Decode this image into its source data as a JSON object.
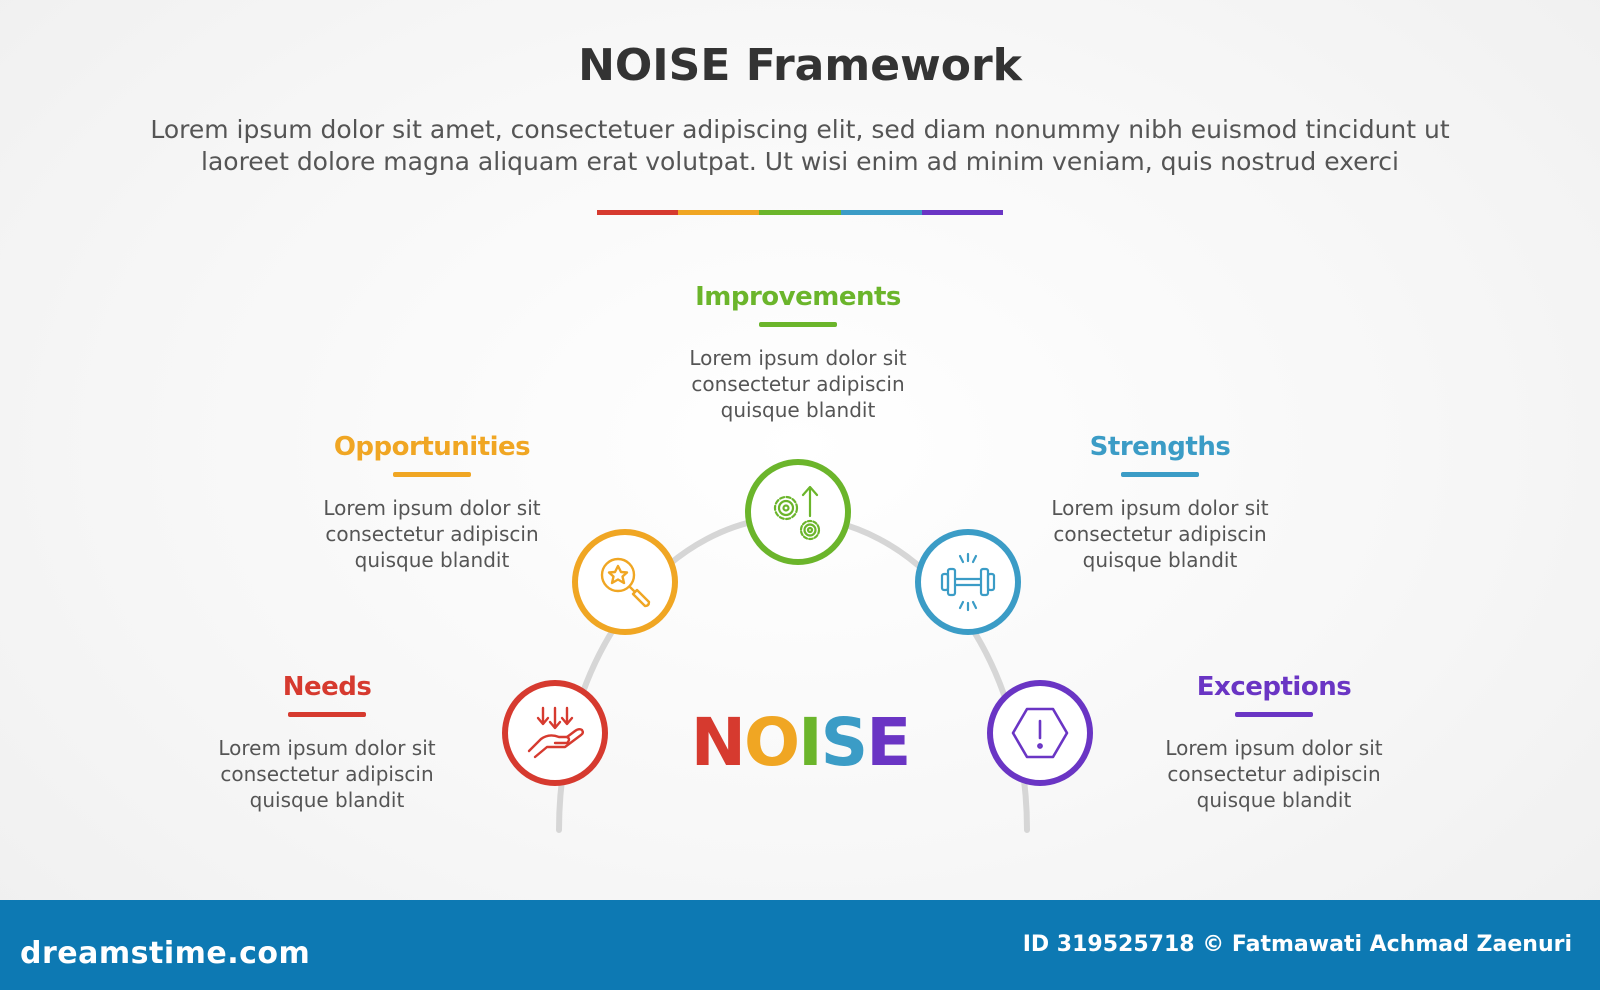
{
  "header": {
    "title": "NOISE Framework",
    "subtitle_line1": "Lorem ipsum dolor sit amet, consectetuer adipiscing elit, sed diam nonummy nibh euismod tincidunt ut",
    "subtitle_line2": "laoreet dolore magna aliquam erat volutpat. Ut wisi enim ad minim veniam, quis nostrud exerci"
  },
  "colors": {
    "needs": "#d63a2f",
    "opportunities": "#f0a623",
    "improvements": "#6bb52b",
    "strengths": "#3b9cc6",
    "exceptions": "#6a35c4",
    "arc": "#d6d6d6",
    "footer": "#0d79b3"
  },
  "steps": [
    {
      "key": "needs",
      "title": "Needs",
      "icon": "hand-receiving-arrows-icon",
      "desc1": "Lorem ipsum dolor sit",
      "desc2": "consectetur adipiscin",
      "desc3": "quisque blandit"
    },
    {
      "key": "opportunities",
      "title": "Opportunities",
      "icon": "magnifier-star-icon",
      "desc1": "Lorem ipsum dolor sit",
      "desc2": "consectetur adipiscin",
      "desc3": "quisque blandit"
    },
    {
      "key": "improvements",
      "title": "Improvements",
      "icon": "gears-arrow-up-icon",
      "desc1": "Lorem ipsum dolor sit",
      "desc2": "consectetur adipiscin",
      "desc3": "quisque blandit"
    },
    {
      "key": "strengths",
      "title": "Strengths",
      "icon": "dumbbell-icon",
      "desc1": "Lorem ipsum dolor sit",
      "desc2": "consectetur adipiscin",
      "desc3": "quisque blandit"
    },
    {
      "key": "exceptions",
      "title": "Exceptions",
      "icon": "hexagon-exclamation-icon",
      "desc1": "Lorem ipsum dolor sit",
      "desc2": "consectetur adipiscin",
      "desc3": "quisque blandit"
    }
  ],
  "center": {
    "letters": [
      "N",
      "O",
      "I",
      "S",
      "E"
    ]
  },
  "footer": {
    "site": "dreamstime.com",
    "credit": "ID 319525718 © Fatmawati  Achmad Zaenuri"
  }
}
